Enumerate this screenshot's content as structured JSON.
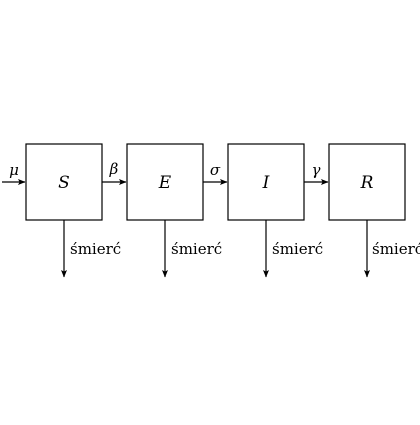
{
  "diagram": {
    "inflow_rate": "μ",
    "compartments": [
      {
        "id": "S",
        "label": "S",
        "death_label": "śmierć"
      },
      {
        "id": "E",
        "label": "E",
        "death_label": "śmierć"
      },
      {
        "id": "I",
        "label": "I",
        "death_label": "śmierć"
      },
      {
        "id": "R",
        "label": "R",
        "death_label": "śmierć"
      }
    ],
    "transitions": [
      {
        "from": "S",
        "to": "E",
        "label": "β"
      },
      {
        "from": "E",
        "to": "I",
        "label": "σ"
      },
      {
        "from": "I",
        "to": "R",
        "label": "γ"
      }
    ]
  }
}
